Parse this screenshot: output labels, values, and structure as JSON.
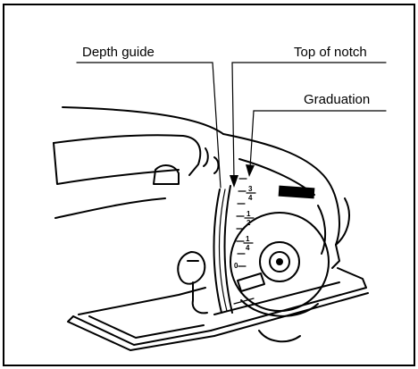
{
  "labels": {
    "depth_guide": "Depth guide",
    "top_of_notch": "Top of notch",
    "graduation": "Graduation"
  },
  "scale": {
    "three_quarter_num": "3",
    "three_quarter_den": "4",
    "half_num": "1",
    "half_den": "2",
    "quarter_num": "1",
    "quarter_den": "4",
    "zero": "0"
  },
  "colors": {
    "ink": "#000000",
    "paper": "#ffffff"
  }
}
